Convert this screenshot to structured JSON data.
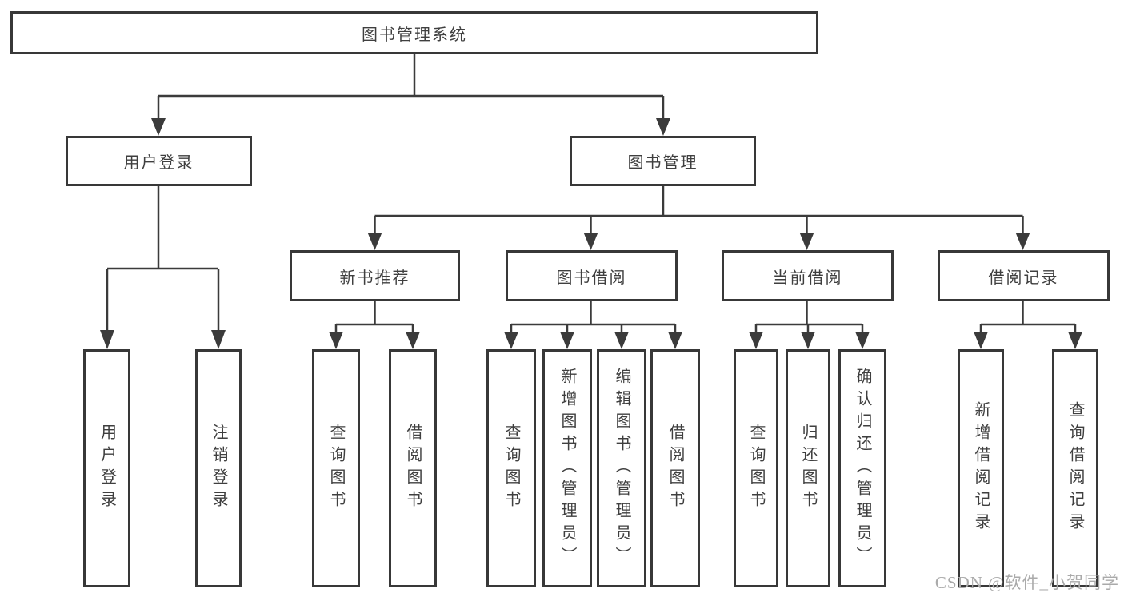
{
  "tree": {
    "root": {
      "label": "图书管理系统",
      "children": [
        {
          "label": "用户登录",
          "children": [
            {
              "label": "用户登录"
            },
            {
              "label": "注销登录"
            }
          ]
        },
        {
          "label": "图书管理",
          "children": [
            {
              "label": "新书推荐",
              "children": [
                {
                  "label": "查询图书"
                },
                {
                  "label": "借阅图书"
                }
              ]
            },
            {
              "label": "图书借阅",
              "children": [
                {
                  "label": "查询图书"
                },
                {
                  "label": "新增图书（管理员）"
                },
                {
                  "label": "编辑图书（管理员）"
                },
                {
                  "label": "借阅图书"
                }
              ]
            },
            {
              "label": "当前借阅",
              "children": [
                {
                  "label": "查询图书"
                },
                {
                  "label": "归还图书"
                },
                {
                  "label": "确认归还（管理员）"
                }
              ]
            },
            {
              "label": "借阅记录",
              "children": [
                {
                  "label": "新增借阅记录"
                },
                {
                  "label": "查询借阅记录"
                }
              ]
            }
          ]
        }
      ]
    }
  },
  "watermark": "CSDN @软件_小贺同学",
  "colors": {
    "line": "#3b3b3b",
    "border": "#383838",
    "text": "#3f3f3f",
    "watermark": "#aaaaaa",
    "background": "#ffffff"
  }
}
